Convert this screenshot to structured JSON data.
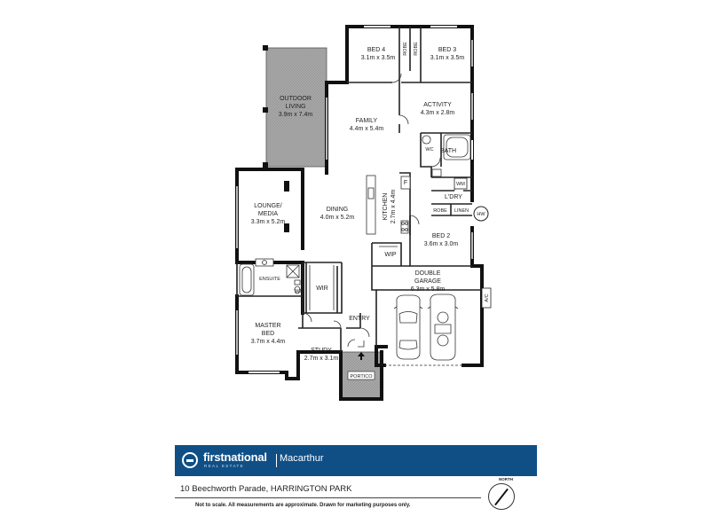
{
  "rooms": {
    "bed4": {
      "name": "BED 4",
      "size": "3.1m x 3.5m"
    },
    "bed3": {
      "name": "BED 3",
      "size": "3.1m x 3.5m"
    },
    "robe_a": "ROBE",
    "robe_b": "ROBE",
    "outdoor": {
      "name1": "OUTDOOR",
      "name2": "LIVING",
      "size": "3.9m x 7.4m"
    },
    "family": {
      "name": "FAMILY",
      "size": "4.4m x 5.4m"
    },
    "activity": {
      "name": "ACTIVITY",
      "size": "4.3m x 2.8m"
    },
    "wc_upper": "WC",
    "bath": "BATH",
    "wm": "WM",
    "laundry": "L'DRY",
    "robe_c": "ROBE",
    "linen": "LINEN",
    "hw": "HW",
    "fridge": "F",
    "kitchen": {
      "name": "KITCHEN",
      "size": "2.7m x 4.4m"
    },
    "lounge": {
      "name1": "LOUNGE/",
      "name2": "MEDIA",
      "size": "3.3m x 5.2m"
    },
    "dining": {
      "name": "DINING",
      "size": "4.0m x 5.2m"
    },
    "bed2": {
      "name": "BED 2",
      "size": "3.6m x 3.0m"
    },
    "wip": "WIP",
    "ensuite": "ENSUITE",
    "wc_lower": "WC",
    "wir": "WIR",
    "garage": {
      "name1": "DOUBLE",
      "name2": "GARAGE",
      "size": "6.3m x 5.8m"
    },
    "ac": "A/C",
    "entry": "ENTRY",
    "master": {
      "name1": "MASTER",
      "name2": "BED",
      "size": "3.7m x 4.4m"
    },
    "study": {
      "name": "STUDY",
      "size": "2.7m x 3.1m"
    },
    "portico": "PORTICO"
  },
  "footer": {
    "brand": "firstnational",
    "brand_sub": "REAL ESTATE",
    "office": "Macarthur",
    "address": "10 Beechworth Parade, HARRINGTON PARK",
    "disclaimer": "Not to scale.  All measurements are approximate.  Drawn for marketing purposes only.",
    "north": "NORTH"
  },
  "colors": {
    "banner": "#0f4f86",
    "outdoor_fill": "#a8a8a8",
    "wall": "#111111"
  }
}
